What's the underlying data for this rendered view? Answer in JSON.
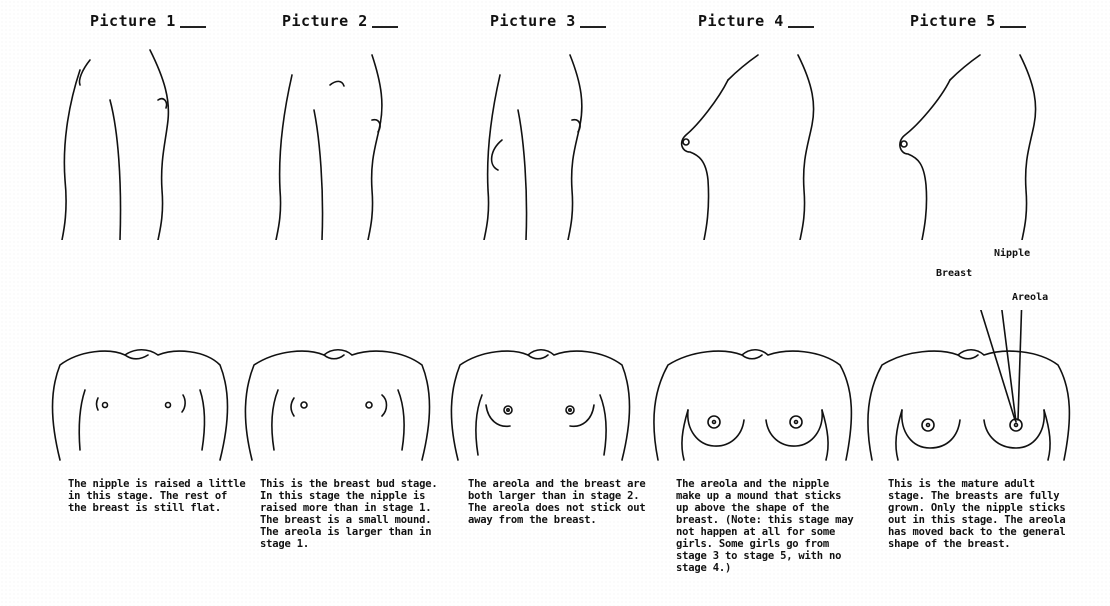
{
  "pictures": [
    {
      "title": "Picture 1",
      "description": "The nipple is raised a little in this stage. The rest of the breast is still flat."
    },
    {
      "title": "Picture 2",
      "description": "This is the breast bud stage. In this stage the nipple is raised more than in stage 1. The breast is a small mound. The areola is larger than in stage 1."
    },
    {
      "title": "Picture 3",
      "description": "The areola and the breast are both larger than in stage 2. The areola does not stick out away from the breast."
    },
    {
      "title": "Picture 4",
      "description": "The areola and the nipple make up a mound that sticks up above the shape of the breast. (Note: this stage may not happen at all for some girls. Some girls go from stage 3 to stage 5, with no stage 4.)"
    },
    {
      "title": "Picture 5",
      "description": "This is the mature adult stage. The breasts are fully grown. Only the nipple sticks out in this stage. The areola has moved back to the general shape of the breast."
    }
  ],
  "annotations": {
    "nipple": "Nipple",
    "breast": "Breast",
    "areola": "Areola"
  }
}
